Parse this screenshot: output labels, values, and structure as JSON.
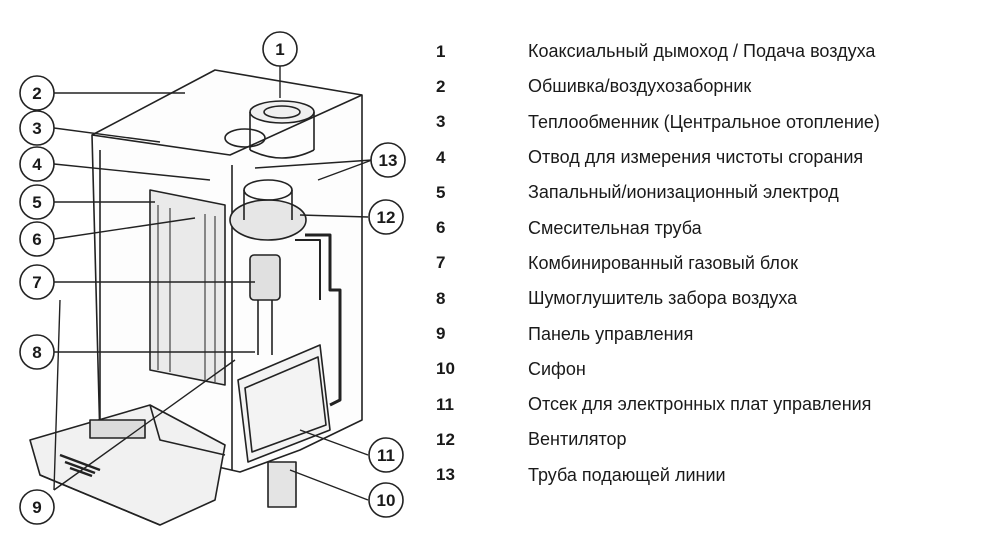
{
  "callouts": [
    "1",
    "2",
    "3",
    "4",
    "5",
    "6",
    "7",
    "8",
    "9",
    "10",
    "11",
    "12",
    "13"
  ],
  "legend": [
    {
      "number": "1",
      "label": "Коаксиальный дымоход / Подача воздуха"
    },
    {
      "number": "2",
      "label": "Обшивка/воздухозаборник"
    },
    {
      "number": "3",
      "label": "Теплообменник (Центральное отопление)"
    },
    {
      "number": "4",
      "label": "Отвод для измерения чистоты сгорания"
    },
    {
      "number": "5",
      "label": "Запальный/ионизационный электрод"
    },
    {
      "number": "6",
      "label": "Смесительная труба"
    },
    {
      "number": "7",
      "label": "Комбинированный газовый блок"
    },
    {
      "number": "8",
      "label": "Шумоглушитель забора воздуха"
    },
    {
      "number": "9",
      "label": "Панель управления"
    },
    {
      "number": "10",
      "label": "Сифон"
    },
    {
      "number": "11",
      "label": "Отсек для электронных плат управления"
    },
    {
      "number": "12",
      "label": "Вентилятор"
    },
    {
      "number": "13",
      "label": "Труба подающей линии"
    }
  ]
}
